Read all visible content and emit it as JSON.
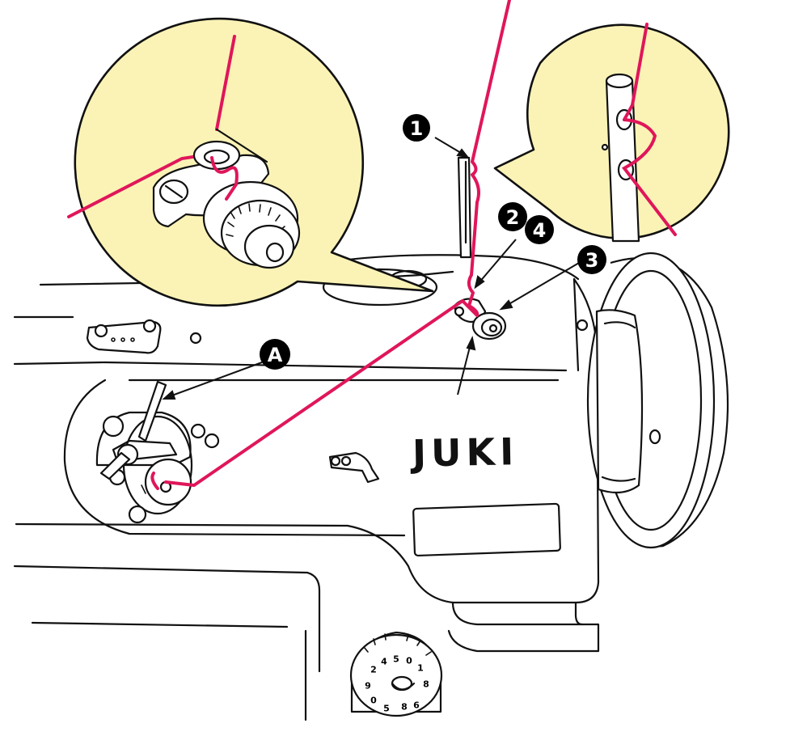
{
  "colors": {
    "thread": "#e0165a",
    "callout_fill": "#fbf3b6",
    "outline": "#111111",
    "background": "#ffffff"
  },
  "markers": {
    "m1": "1",
    "m2": "2",
    "m3": "3",
    "m4": "4",
    "mA": "A"
  },
  "brand": "JUKI",
  "dial_numbers": [
    "2",
    "4",
    "5",
    "0",
    "1",
    "8",
    "9",
    "0",
    "8",
    "6",
    "5"
  ],
  "callouts": [
    "tension-disc-detail",
    "thread-guide-detail"
  ]
}
